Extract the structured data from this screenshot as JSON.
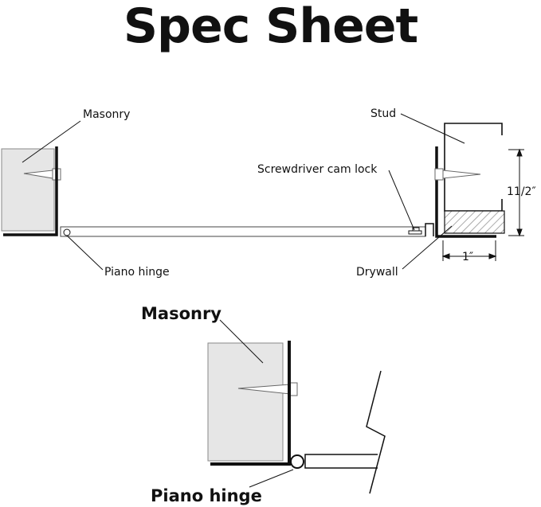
{
  "title": "Spec Sheet",
  "top_diagram": {
    "masonry": "Masonry",
    "stud": "Stud",
    "cam_lock": "Screwdriver cam lock",
    "piano_hinge": "Piano hinge",
    "drywall": "Drywall",
    "dim_height": "11/2″",
    "dim_width": "1″"
  },
  "bottom_diagram": {
    "masonry": "Masonry",
    "piano_hinge": "Piano hinge"
  }
}
